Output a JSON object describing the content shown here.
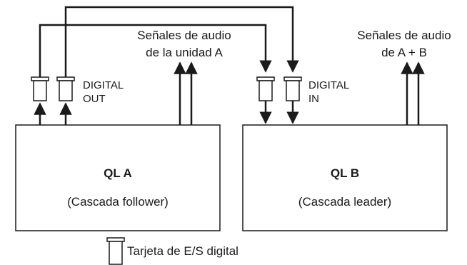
{
  "unit_a": {
    "name": "QL A",
    "role": "(Cascada follower)",
    "port_label_line1": "DIGITAL",
    "port_label_line2": "OUT",
    "signal_line1": "Señales de audio",
    "signal_line2": "de la unidad A"
  },
  "unit_b": {
    "name": "QL B",
    "role": "(Cascada leader)",
    "port_label_line1": "DIGITAL",
    "port_label_line2": "IN",
    "signal_line1": "Señales de audio",
    "signal_line2": "de A + B"
  },
  "legend": {
    "label": "Tarjeta de E/S digital",
    "icon": "digital-io-card-icon"
  },
  "colors": {
    "line": "#1a1a1a",
    "card_fill": "#ffffff"
  }
}
